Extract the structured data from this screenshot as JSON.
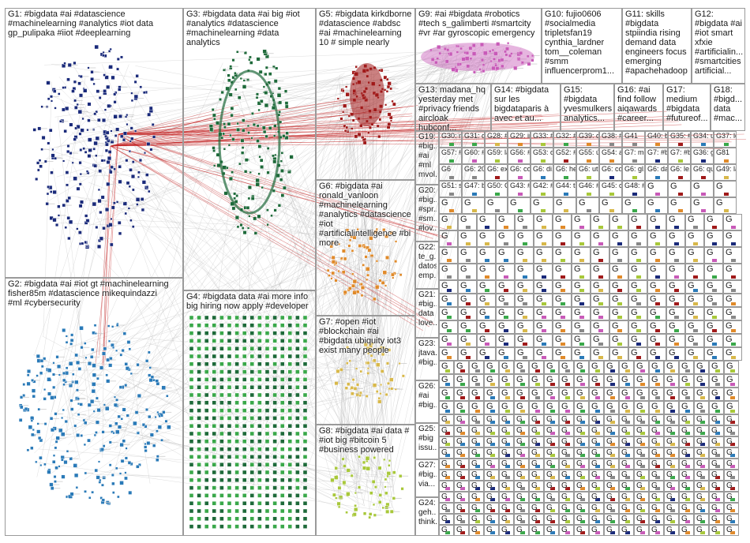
{
  "graph": {
    "groups": [
      {
        "id": "G1",
        "label": "G1: #bigdata #ai #datascience\n#machinelearning #analytics #iot data\ngp_pulipaka #iiot #deeplearning",
        "color": "#1a2a7a"
      },
      {
        "id": "G2",
        "label": "G2: #bigdata #ai #iot gt #machinelearning\nfisher85m #datascience mikequindazzi\n#ml #cybersecurity",
        "color": "#2a7ab8"
      },
      {
        "id": "G3",
        "label": "G3: #bigdata data #ai big #iot\n#analytics #datascience\n#machinelearning #data\nanalytics",
        "color": "#1e6a3a"
      },
      {
        "id": "G4",
        "label": "G4: #bigdata data #ai more info\nbig hiring now apply #developer",
        "color": "#3aa84a"
      },
      {
        "id": "G5",
        "label": "G5: #bigdata kirkdborne\n#datascience #abdsc\n#ai #machinelearning\n10 # simple nearly",
        "color": "#a01a1a"
      },
      {
        "id": "G6",
        "label": "G6: #bigdata #ai\nronald_vanloon\n#machinelearning\n#analytics #datascience\n#iot\n#artificialintelligence #bi\nmore",
        "color": "#e08a2a"
      },
      {
        "id": "G7",
        "label": "G7: #open #iot\n#blockchain #ai\n#bigdata ubiquity iot3\nexist many people",
        "color": "#d8b84a"
      },
      {
        "id": "G8",
        "label": "G8: #bigdata #ai data #\n#iot big #bitcoin 5\n#business powered",
        "color": "#a8c83a"
      },
      {
        "id": "G9",
        "label": "G9: #ai #bigdata #robotics\n#tech s_galimberti #smartcity\n#vr #ar gyroscopic emergency",
        "color": "#c85ab8"
      },
      {
        "id": "G10",
        "label": "G10: fujio0606\n#socialmedia\ntripletsfan19\ncynthia_lardner\ntom__coleman\n#smm\ninfluencerprom1...",
        "color": "#888888"
      },
      {
        "id": "G11",
        "label": "G11: skills\n#bigdata\nstpiindia rising\ndemand data\nengineers focus\nemerging\n#apachehadoop",
        "color": "#888888"
      },
      {
        "id": "G12",
        "label": "G12:\n#bigdata #ai\n#iot smart\nxfxie\n#artificialin...\n#smartcities\nartificial...",
        "color": "#888888"
      }
    ],
    "small_groups": [
      {
        "label": "G13: madana_hq\nyesterday met\n#privacy friends\naircloak hubconf..."
      },
      {
        "label": "G14: #bigdata\nsur les\nbigdataparis à\navec et au..."
      },
      {
        "label": "G15:\n#bigdata\nyvesmulkers\nanalytics..."
      },
      {
        "label": "G16: #ai\nfind follow\naiqawards\n#career..."
      },
      {
        "label": "G17:\nmedium\n#bigdata\n#futureof..."
      },
      {
        "label": "G18:\n#bigd...\ndata\n#mac..."
      },
      {
        "label": "G19:\n#big...\n#ai\n#ml\nmvol..."
      },
      {
        "label": "G20:\n#big...\n#spr...\n#sm...\n#lov..."
      },
      {
        "label": "G21:\n#big...\ndata\nlove..."
      },
      {
        "label": "G22:\nte_g...\ndatos\nemp..."
      },
      {
        "label": "G23:\njtava...\n#big..."
      },
      {
        "label": "G24:\ngeh...\nthink..."
      },
      {
        "label": "G26:\n#ai\n#big..."
      },
      {
        "label": "G27:\n#big...\nvia..."
      },
      {
        "label": "G25:\n#big\nissu..."
      }
    ],
    "tiny_labels": [
      "G30: matri...",
      "G31: dem...",
      "G28: #bigd...",
      "G29: ing...",
      "G33: #inv...",
      "G32: #big...",
      "G39: di...",
      "G38: #sto...",
      "G41",
      "G40: buy...",
      "G35: #ai...",
      "G34: um...",
      "G37: lear...",
      "G57: #ai...",
      "G60: #bi...",
      "G59: lat...",
      "G56: #bi...",
      "G53: dna...",
      "G52: #bi...",
      "G55: últi...",
      "G54: ap...",
      "G7: me...",
      "G7: #bi...",
      "G7: #bi...",
      "G36: gt alai...",
      "G81",
      "G6",
      "G6: 20...",
      "G6: ex...",
      "G6: co...",
      "G6: di...",
      "G6: he...",
      "G6: uti...",
      "G6: co...",
      "G6: gl...",
      "G6: da...",
      "G6: le...",
      "G6: qu...",
      "G49: late...",
      "G51: sii...",
      "G47: bbc...",
      "G50: G...",
      "G43: #bi...",
      "G42: #g...",
      "G44: tha...",
      "G46: #bi...",
      "G45: co...",
      "G48: #bi..."
    ],
    "grid_letter": "G"
  }
}
